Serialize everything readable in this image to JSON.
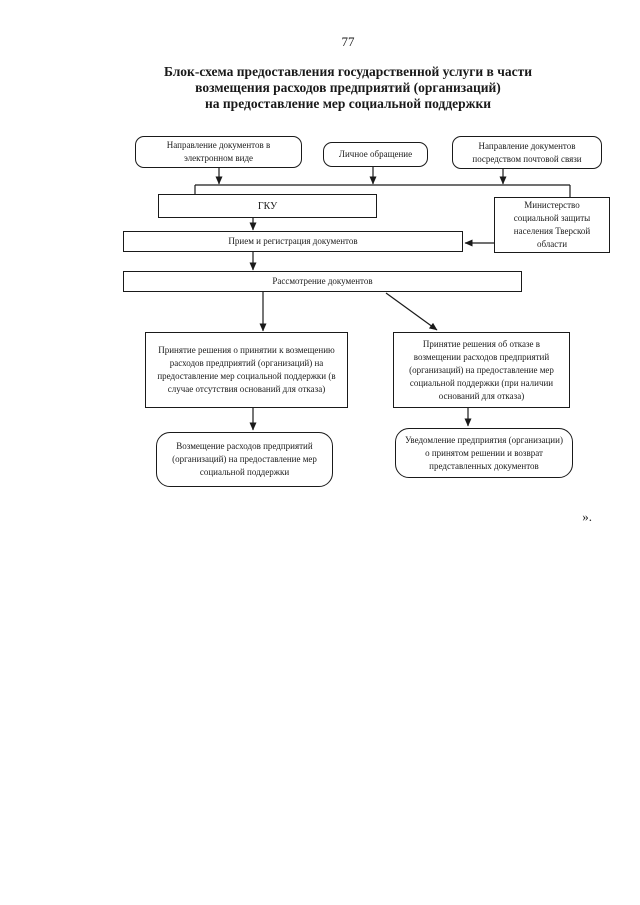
{
  "page": {
    "number": "77",
    "closing_mark": "»."
  },
  "title": {
    "line1": "Блок-схема предоставления государственной услуги в части",
    "line2": "возмещения расходов предприятий (организаций)",
    "line3": "на предоставление мер социальной поддержки"
  },
  "flowchart": {
    "nodes": {
      "electronic": "Направление документов в электронном виде",
      "personal": "Личное обращение",
      "postal": "Направление документов посредством почтовой связи",
      "gku": "ГКУ",
      "ministry": "Министерство социальной защиты населения Тверской области",
      "reception": "Прием и регистрация документов",
      "review": "Рассмотрение документов",
      "decision_accept": "Принятие решения о принятии к возмещению расходов предприятий (организаций) на предоставление мер социальной поддержки (в случае отсутствия оснований для отказа)",
      "decision_reject": "Принятие решения об отказе в возмещении расходов предприятий (организаций) на предоставление мер социальной поддержки (при наличии оснований для отказа)",
      "reimbursement": "Возмещение расходов предприятий (организаций) на предоставление мер социальной поддержки",
      "notification": "Уведомление предприятия (организации) о принятом решении и возврат представленных документов"
    }
  },
  "colors": {
    "ink": "#1a1a1a",
    "background": "#ffffff"
  }
}
